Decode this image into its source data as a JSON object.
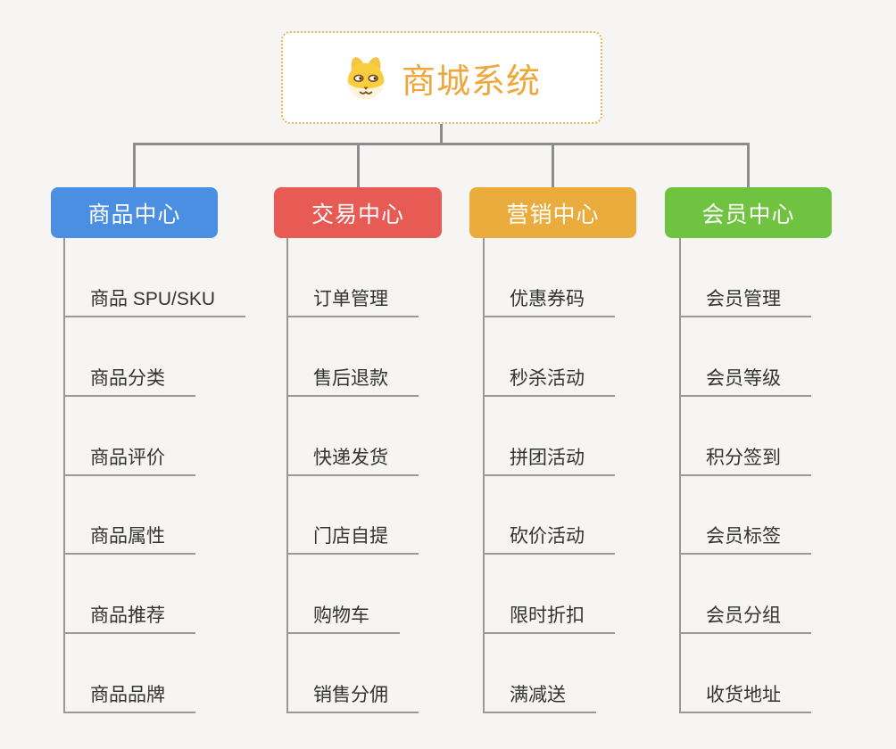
{
  "root": {
    "title": "商城系统",
    "icon": "dog-face-icon"
  },
  "colors": {
    "background": "#F6F5F3",
    "connector": "#8C8C8C",
    "leaf_line": "#999999",
    "leaf_text": "#333333",
    "root_border": "#F2B254",
    "root_text": "#EFA73C",
    "branch_text": "#FFFFFF"
  },
  "branches": [
    {
      "id": "product-center",
      "label": "商品中心",
      "color": "#4B8FE2",
      "items": [
        "商品 SPU/SKU",
        "商品分类",
        "商品评价",
        "商品属性",
        "商品推荐",
        "商品品牌"
      ]
    },
    {
      "id": "trade-center",
      "label": "交易中心",
      "color": "#E85B55",
      "items": [
        "订单管理",
        "售后退款",
        "快递发货",
        "门店自提",
        "购物车",
        "销售分佣"
      ]
    },
    {
      "id": "marketing-center",
      "label": "营销中心",
      "color": "#EBAC3E",
      "items": [
        "优惠券码",
        "秒杀活动",
        "拼团活动",
        "砍价活动",
        "限时折扣",
        "满减送"
      ]
    },
    {
      "id": "member-center",
      "label": "会员中心",
      "color": "#6FC340",
      "items": [
        "会员管理",
        "会员等级",
        "积分签到",
        "会员标签",
        "会员分组",
        "收货地址"
      ]
    }
  ]
}
